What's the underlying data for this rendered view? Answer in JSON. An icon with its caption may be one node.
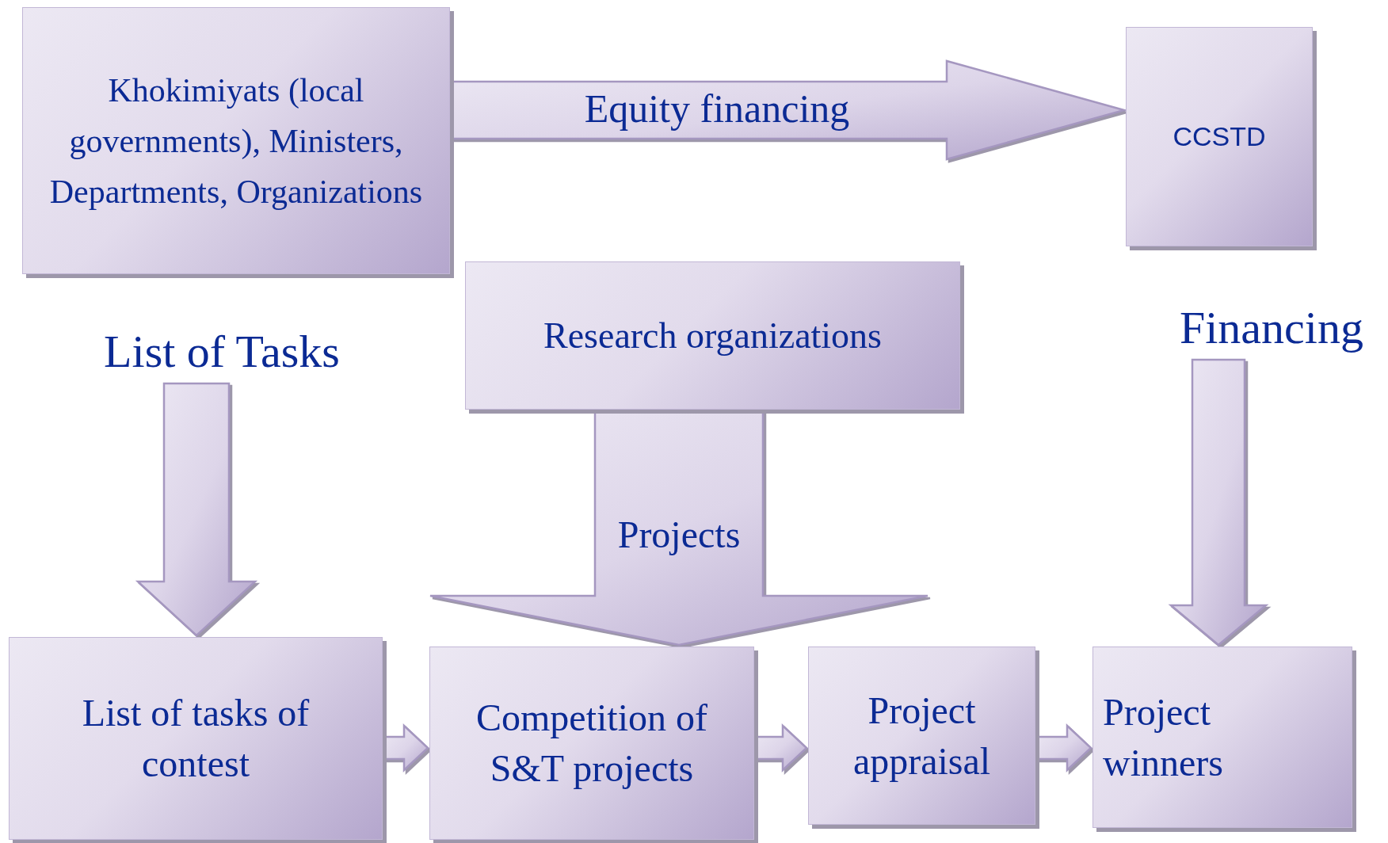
{
  "diagram": {
    "nodes": [
      {
        "text": [
          "Khokimiyats (local governments), Ministers, Departments, Organizations"
        ]
      },
      {
        "text": [
          "CCSTD"
        ]
      },
      {
        "text": [
          "List of Tasks"
        ]
      },
      {
        "text": [
          "Research organizations"
        ]
      },
      {
        "text": [
          "Financing"
        ]
      },
      {
        "text": [
          "List of tasks of contest"
        ]
      },
      {
        "text": [
          "Competition of S&T projects"
        ]
      },
      {
        "text": [
          "Project appraisal"
        ]
      },
      {
        "text": [
          "Project winners"
        ]
      }
    ],
    "edges": [
      {
        "from": 0,
        "to": 1,
        "arrow": "to",
        "label": "Equity financing"
      },
      {
        "from": 2,
        "to": 5,
        "arrow": "to"
      },
      {
        "from": 3,
        "to": 6,
        "arrow": "to",
        "label": "Projects"
      },
      {
        "from": 4,
        "to": 8,
        "arrow": "to"
      },
      {
        "from": 5,
        "to": 6,
        "arrow": "to"
      },
      {
        "from": 6,
        "to": 7,
        "arrow": "to"
      },
      {
        "from": 7,
        "to": 8,
        "arrow": "to"
      }
    ]
  }
}
